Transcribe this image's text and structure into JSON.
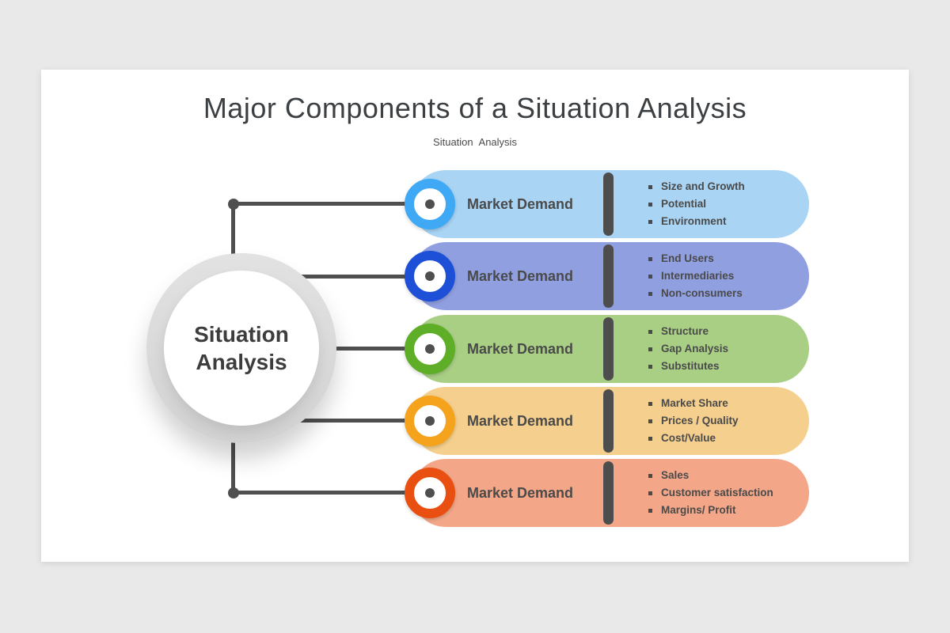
{
  "page": {
    "title": "Major Components of a Situation Analysis",
    "subtitle": "Situation Analysis"
  },
  "center": {
    "line1": "Situation",
    "line2": "Analysis"
  },
  "colors": {
    "connector": "#4f4f4f",
    "divider": "#4d4d4d",
    "body_text": "#4a4a4a",
    "title_text": "#3c4043"
  },
  "rows": [
    {
      "title": "Market Demand",
      "pill_color": "#a9d4f4",
      "ring_color": "#3fa9f5",
      "bullets": [
        "Size and Growth",
        "Potential",
        "Environment"
      ]
    },
    {
      "title": "Market Demand",
      "pill_color": "#909fe0",
      "ring_color": "#1d4fd7",
      "bullets": [
        "End Users",
        "Intermediaries",
        "Non-consumers"
      ]
    },
    {
      "title": "Market Demand",
      "pill_color": "#a9cf85",
      "ring_color": "#5fae27",
      "bullets": [
        "Structure",
        "Gap Analysis",
        "Substitutes"
      ]
    },
    {
      "title": "Market Demand",
      "pill_color": "#f5cf8d",
      "ring_color": "#f5a31d",
      "bullets": [
        "Market Share",
        "Prices / Quality",
        "Cost/Value"
      ]
    },
    {
      "title": "Market Demand",
      "pill_color": "#f3a788",
      "ring_color": "#e84f10",
      "bullets": [
        "Sales",
        "Customer satisfaction",
        "Margins/ Profit"
      ]
    }
  ]
}
